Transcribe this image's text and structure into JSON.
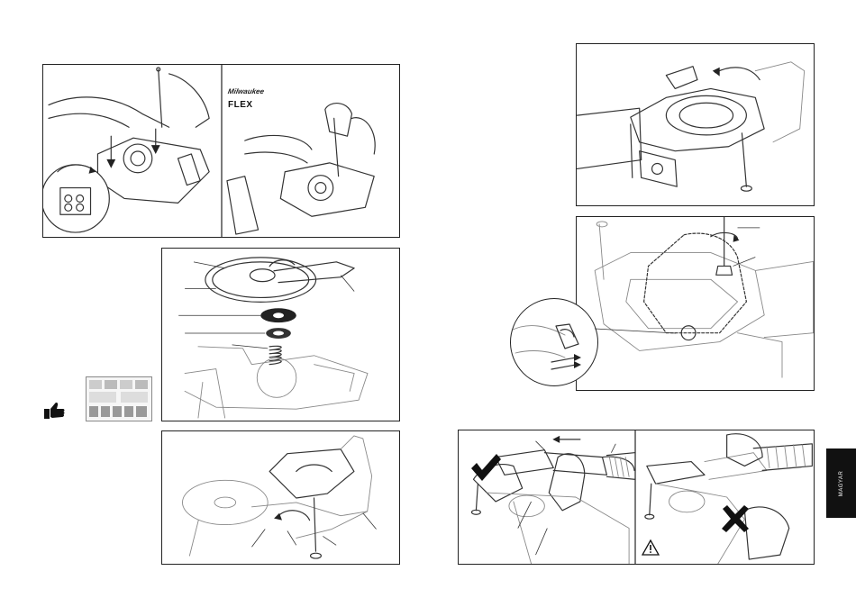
{
  "page": {
    "section_tab": "MAGYAR"
  },
  "figures": {
    "fig_top_left": {
      "brand_logo": "Milwaukee",
      "brand_flex": "FLEX"
    }
  },
  "icons": {
    "thumbs_up": "thumbs-up-icon",
    "check": "checkmark-icon",
    "cross": "cross-icon",
    "warning": "warning-triangle-icon"
  }
}
